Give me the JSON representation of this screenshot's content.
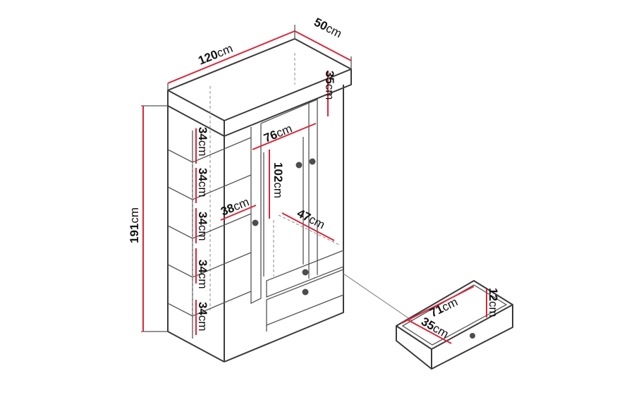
{
  "dimensions": {
    "width": "120cm",
    "depth": "50cm",
    "height": "191cm",
    "top_shelf_depth": "35cm",
    "rail_width": "76cm",
    "hanging_height": "102cm",
    "hanging_depth": "47cm",
    "shelf_width": "38cm",
    "shelf_gap_1": "34cm",
    "shelf_gap_2": "34cm",
    "shelf_gap_3": "34cm",
    "shelf_gap_4": "34cm",
    "shelf_gap_5": "34cm"
  },
  "drawer": {
    "width": "71cm",
    "depth": "35cm",
    "height": "12cm"
  },
  "colors": {
    "dimension_line": "#d8273a",
    "outline": "#3a3a3a"
  }
}
